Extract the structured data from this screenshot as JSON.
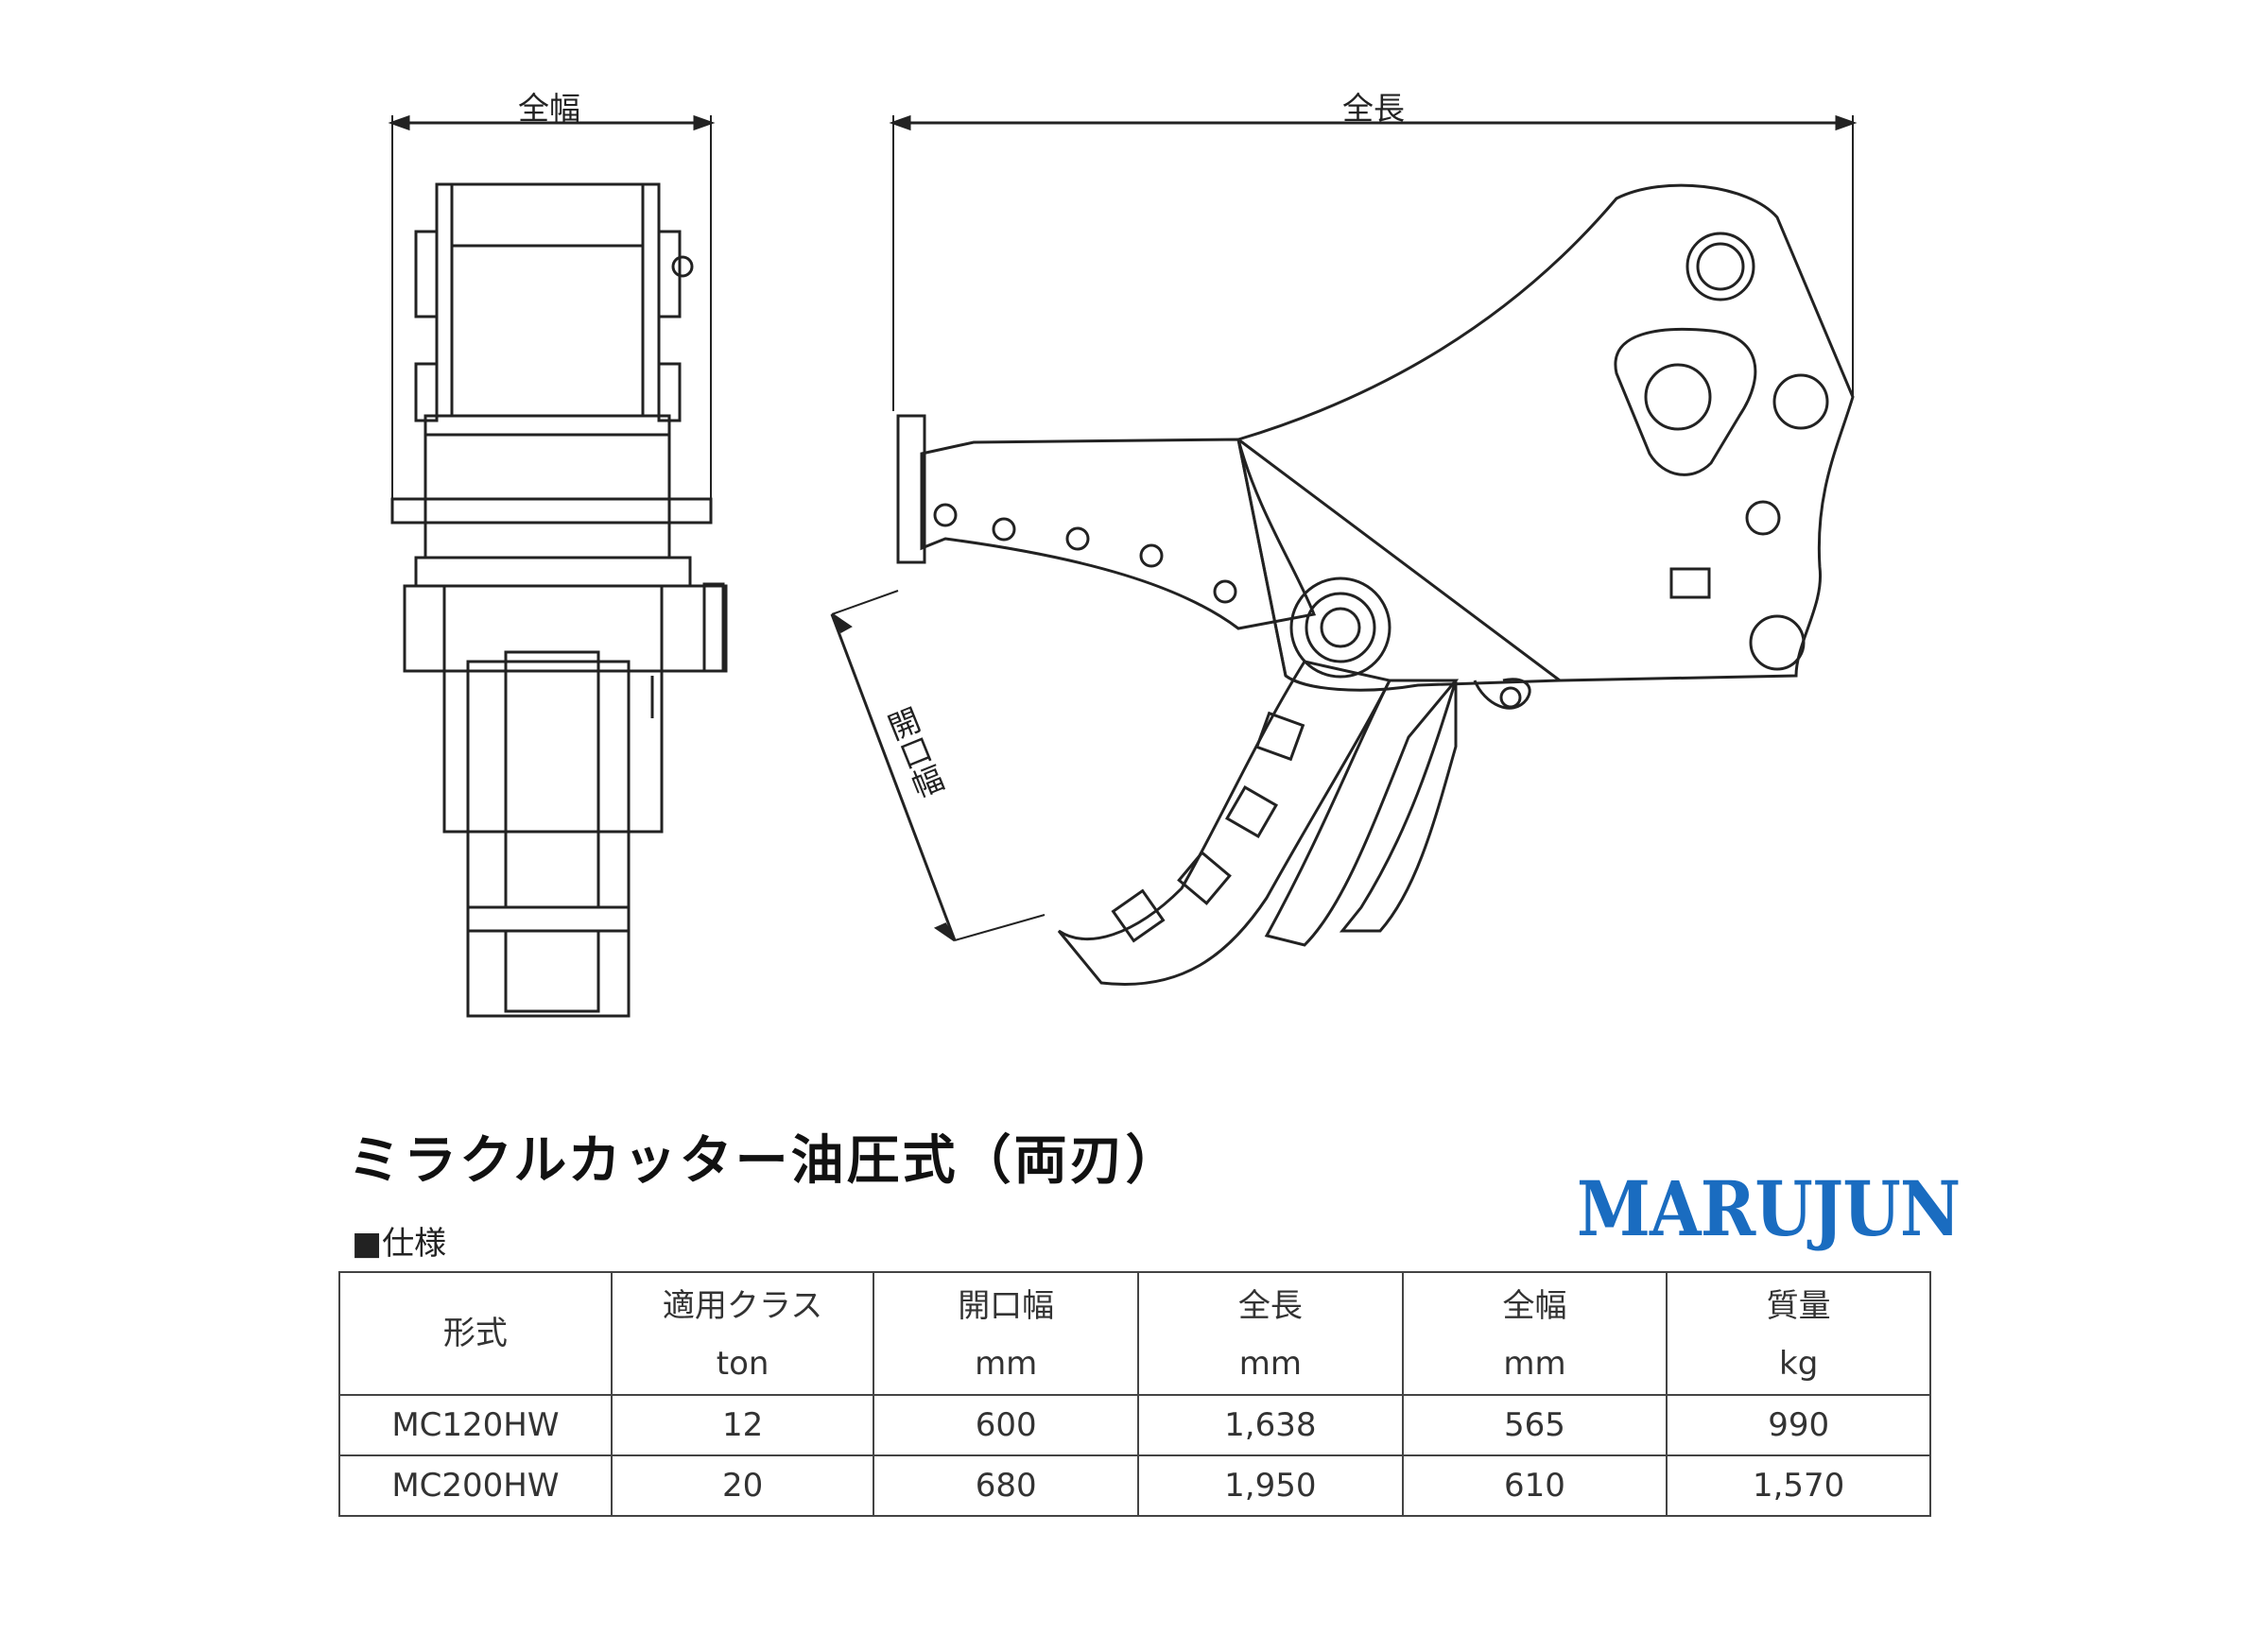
{
  "drawing": {
    "width_label": "全幅",
    "length_label": "全長",
    "opening_label": "開口幅"
  },
  "title": "ミラクルカッター油圧式（両刃）",
  "brand": "MARUJUN",
  "section_label": "■仕様",
  "table": {
    "columns": [
      {
        "name": "形式",
        "unit": ""
      },
      {
        "name": "適用クラス",
        "unit": "ton"
      },
      {
        "name": "開口幅",
        "unit": "mm"
      },
      {
        "name": "全長",
        "unit": "mm"
      },
      {
        "name": "全幅",
        "unit": "mm"
      },
      {
        "name": "質量",
        "unit": "kg"
      }
    ],
    "rows": [
      [
        "MC120HW",
        "12",
        "600",
        "1,638",
        "565",
        "990"
      ],
      [
        "MC200HW",
        "20",
        "680",
        "1,950",
        "610",
        "1,570"
      ]
    ]
  }
}
